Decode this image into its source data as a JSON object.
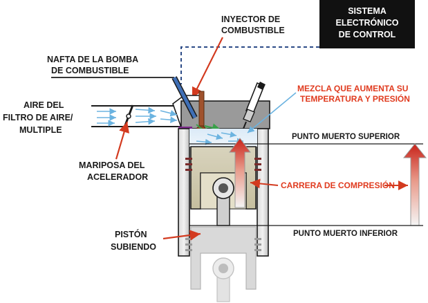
{
  "labels": {
    "system_line1": "SISTEMA",
    "system_line2": "ELECTRÓNICO",
    "system_line3": "DE CONTROL",
    "injector_line1": "INYECTOR DE",
    "injector_line2": "COMBUSTIBLE",
    "fuel_line1": "NAFTA DE LA BOMBA",
    "fuel_line2": "DE COMBUSTIBLE",
    "air_line1": "AIRE DEL",
    "air_line2": "FILTRO DE AIRE/",
    "air_line3": "MULTIPLE",
    "mixture_line1": "MEZCLA QUE AUMENTA SU",
    "mixture_line2": "TEMPERATURA Y PRESIÓN",
    "tdc": "PUNTO MUERTO SUPERIOR",
    "throttle_line1": "MARIPOSA DEL",
    "throttle_line2": "ACELERADOR",
    "stroke": "CARRERA DE COMPRESIÓN",
    "bdc": "PUNTO MUERTO INFERIOR",
    "piston_line1": "PISTÓN",
    "piston_line2": "SUBIENDO"
  },
  "colors": {
    "label_red": "#e03a1e",
    "control_box": "#111111",
    "wire_dashed": "#2b4a86",
    "injector_blue": "#3f6fb6",
    "air_arrow": "#6bb3e0",
    "intake_valve_green": "#3aa14a",
    "gasket_purple": "#7d2a8c",
    "arrow_red": "#d33a1f"
  }
}
